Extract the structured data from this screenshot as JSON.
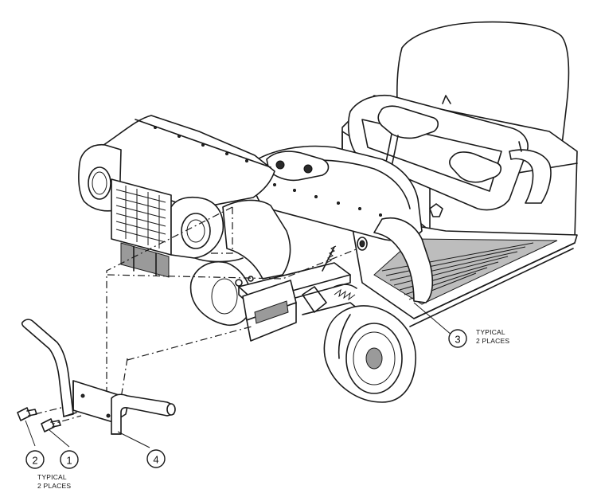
{
  "callouts": [
    {
      "id": "1",
      "label": "1"
    },
    {
      "id": "2",
      "label": "2"
    },
    {
      "id": "3",
      "label": "3"
    },
    {
      "id": "4",
      "label": "4"
    }
  ],
  "notes": {
    "right_line1": "TYPICAL",
    "right_line2": "2 PLACES",
    "left_line1": "TYPICAL",
    "left_line2": "2 PLACES"
  }
}
